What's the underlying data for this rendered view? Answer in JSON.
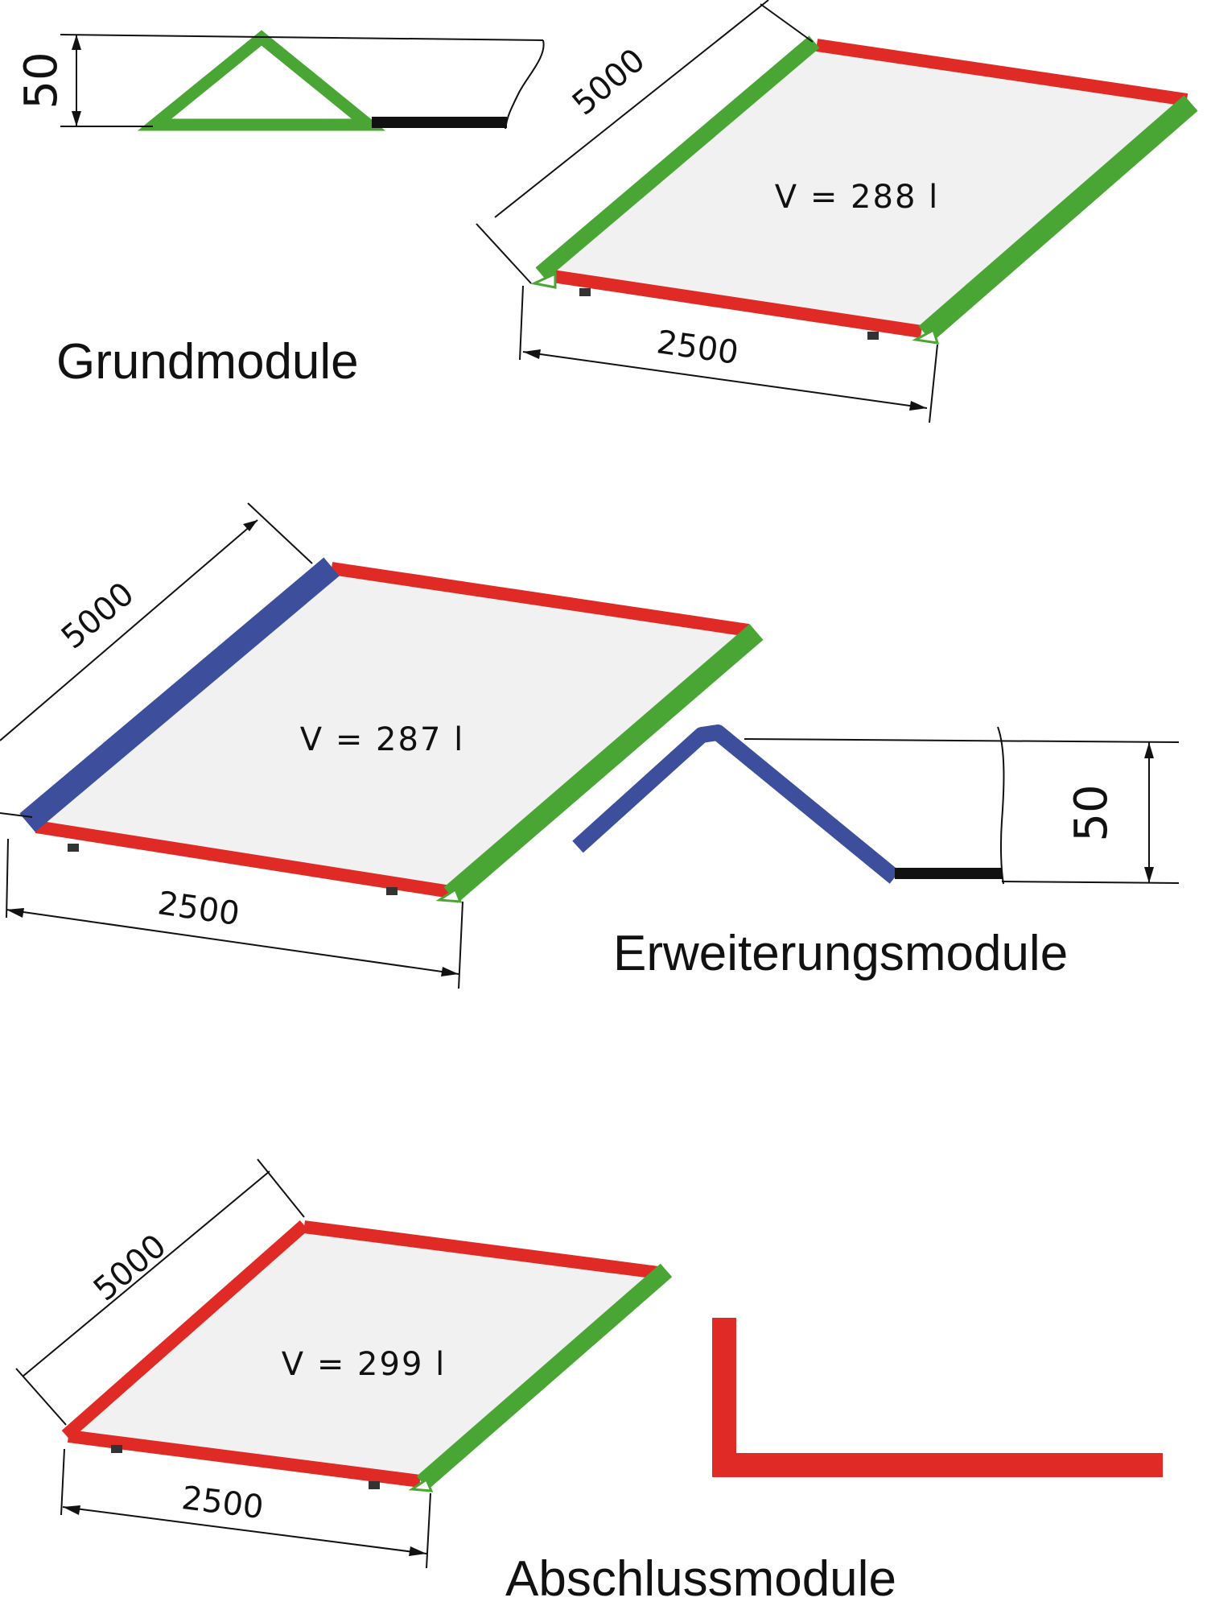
{
  "colors": {
    "green": "#4aa634",
    "red": "#e02a25",
    "blue": "#3d4f9c",
    "surface": "#f1f1f1",
    "black": "#111111"
  },
  "modules": {
    "grund": {
      "label": "Grundmodule",
      "length": "5000",
      "width": "2500",
      "volume": "V  =  288  l",
      "profile_height": "50"
    },
    "erweiterung": {
      "label": "Erweiterungsmodule",
      "length": "5000",
      "width": "2500",
      "volume": "V  =  287  l",
      "profile_height": "50"
    },
    "abschluss": {
      "label": "Abschlussmodule",
      "length": "5000",
      "width": "2500",
      "volume": "V  =  299  l"
    }
  }
}
